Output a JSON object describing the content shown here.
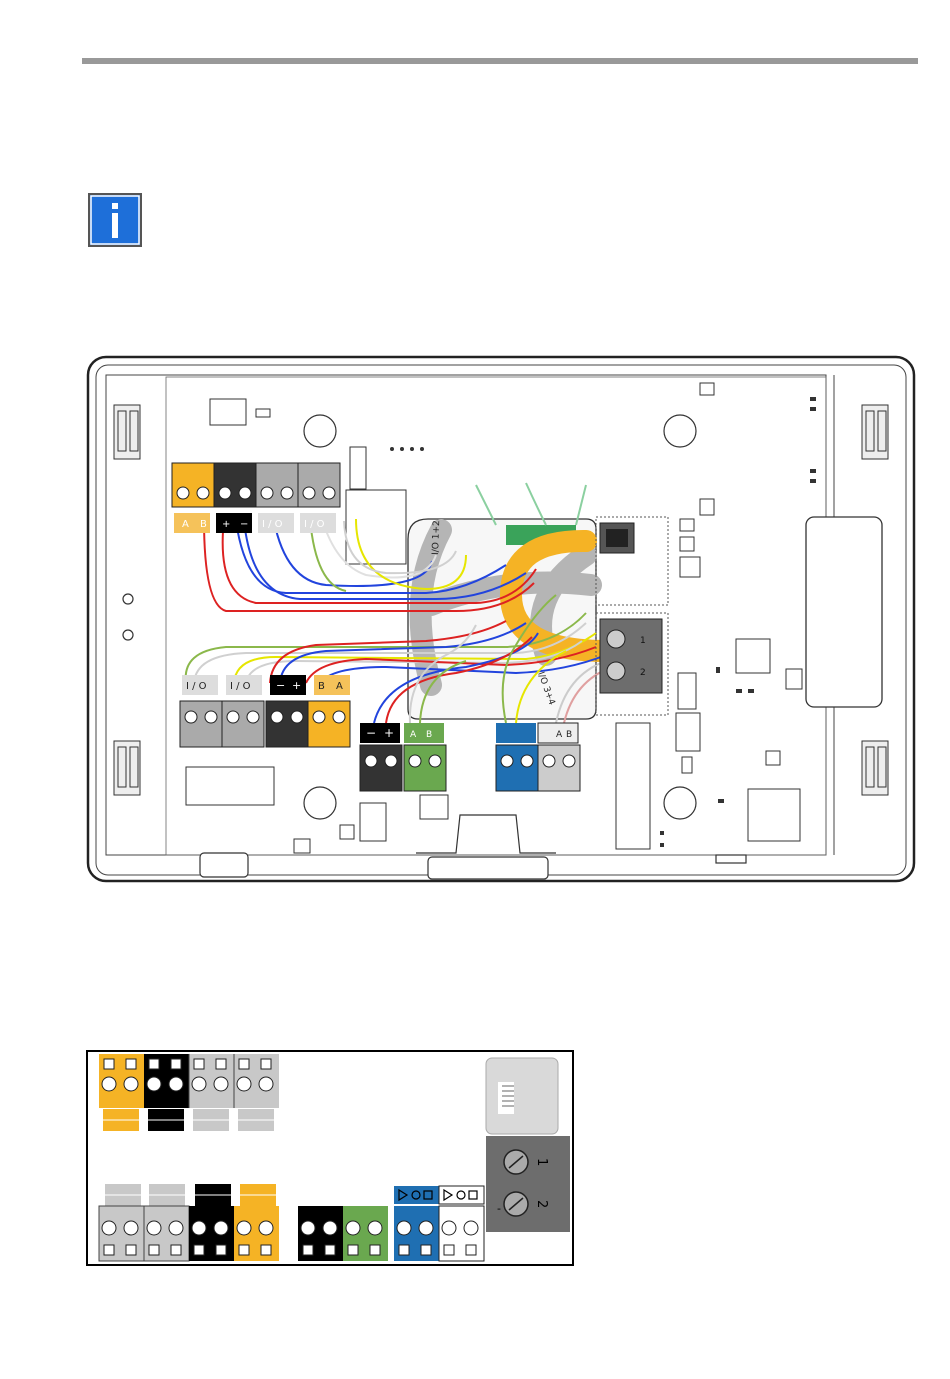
{
  "header": {
    "rule_color": "#999999"
  },
  "info_icon": {
    "icon": "info-icon",
    "color": "#1e6fd9",
    "glyph": "i"
  },
  "wiring_diagram": {
    "top_terminal_labels": [
      "A",
      "B",
      "+",
      "−",
      "I / O",
      "I / O"
    ],
    "bottom_terminal_labels": [
      "I / O",
      "I / O",
      "−",
      "+",
      "B",
      "A"
    ],
    "center_terminal_labels": [
      "−",
      "+",
      "A",
      "B",
      "A",
      "B"
    ],
    "cable_label_1": "I/O 1+2",
    "cable_label_2": "I/O 3+4",
    "relay_labels": [
      "1",
      "2"
    ]
  },
  "schematic": {
    "relay_labels": [
      "1",
      "2"
    ],
    "relay_minus": "-",
    "colors": {
      "orange": "#f5b325",
      "black": "#000000",
      "grey": "#c8c8c8",
      "green": "#6aa84f",
      "blue": "#1f6fb2",
      "relay": "#6d6d6d",
      "rj": "#d9d9d9"
    }
  }
}
